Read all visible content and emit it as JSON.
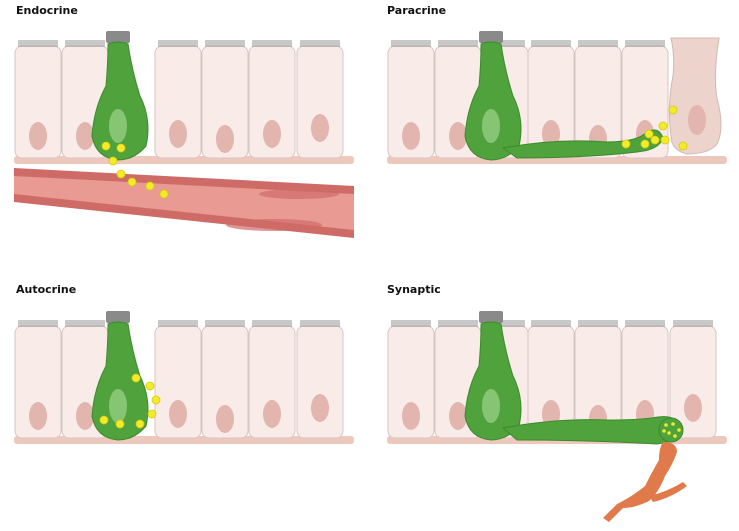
{
  "panels": [
    {
      "key": "endocrine",
      "title": "Endocrine"
    },
    {
      "key": "paracrine",
      "title": "Paracrine"
    },
    {
      "key": "autocrine",
      "title": "Autocrine"
    },
    {
      "key": "synaptic",
      "title": "Synaptic"
    }
  ],
  "colors": {
    "epithelial_cell_fill": "#f8ebe8",
    "epithelial_cell_stroke": "#d8c6c2",
    "nucleus": "#e2b5ae",
    "microvilli": "#9a9a9a",
    "basement": "#efc8bd",
    "secretory_cell": "#4fa23c",
    "secretory_cell_stroke": "#3d8a2d",
    "secretory_nucleus": "#8fcb7d",
    "signal_molecule": "#f3ea2a",
    "blood_vessel_outer": "#cf6b66",
    "blood_vessel_inner": "#e99a93",
    "target_cell": "#ecd3cb",
    "neuron": "#e07a4a"
  }
}
